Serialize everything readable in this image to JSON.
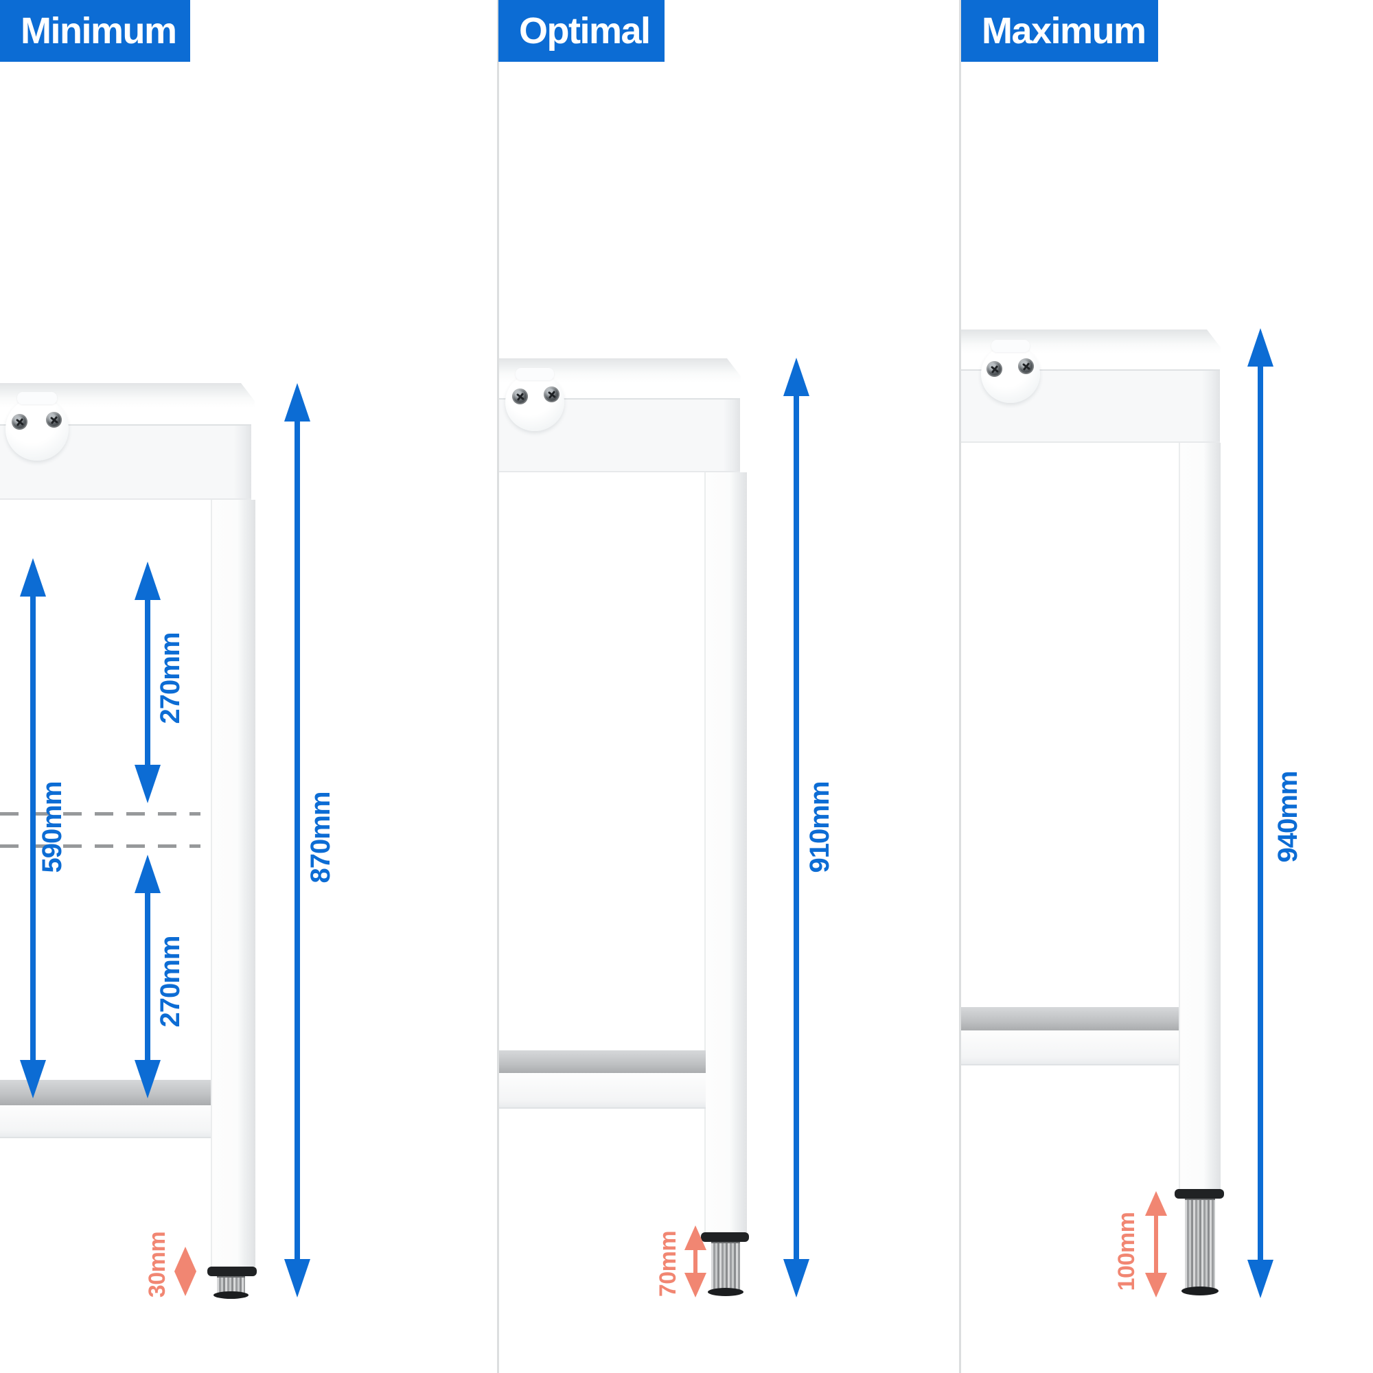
{
  "panels": [
    {
      "id": "minimum",
      "header": "Minimum",
      "total_height": "870mm",
      "dimensions": {
        "upper_clearance": "270mm",
        "shelf_spacing": "590mm",
        "lower_clearance": "270mm"
      },
      "foot_adjustment": "30mm"
    },
    {
      "id": "optimal",
      "header": "Optimal",
      "total_height": "910mm",
      "foot_adjustment": "70mm"
    },
    {
      "id": "maximum",
      "header": "Maximum",
      "total_height": "940mm",
      "foot_adjustment": "100mm"
    }
  ],
  "colors": {
    "accent_blue": "#0c6cd4",
    "accent_orange": "#f18672"
  }
}
